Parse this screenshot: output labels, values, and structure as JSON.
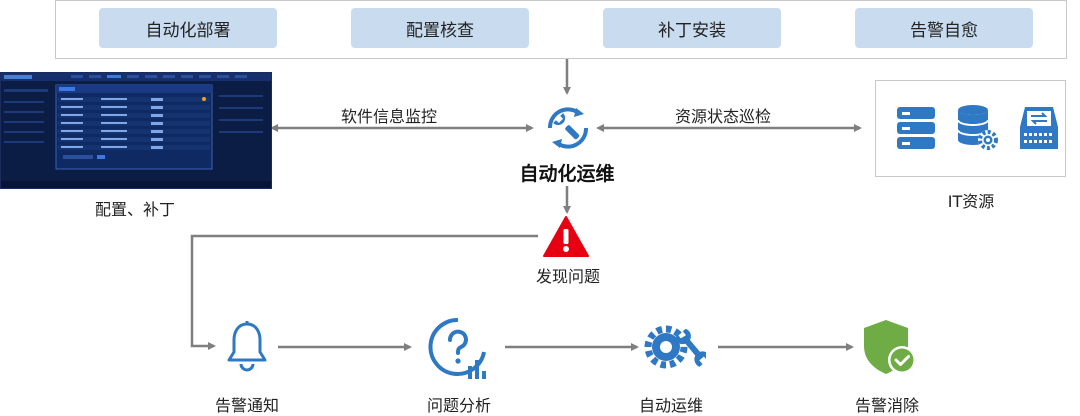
{
  "top_actions": [
    {
      "label": "自动化部署"
    },
    {
      "label": "配置核查"
    },
    {
      "label": "补丁安装"
    },
    {
      "label": "告警自愈"
    }
  ],
  "center": {
    "title": "自动化运维"
  },
  "links": {
    "left": "软件信息监控",
    "right": "资源状态巡检"
  },
  "left_panel": {
    "caption": "配置、补丁"
  },
  "right_panel": {
    "caption": "IT资源"
  },
  "issue": {
    "label": "发现问题"
  },
  "flow_steps": [
    {
      "label": "告警通知"
    },
    {
      "label": "问题分析"
    },
    {
      "label": "自动运维"
    },
    {
      "label": "告警消除"
    }
  ],
  "colors": {
    "primary_blue": "#2f78c4",
    "button_fill": "#c9dcef",
    "arrow_gray": "#7f7f7f",
    "alert_red": "#e60012",
    "success_green": "#6fac46"
  },
  "icons": {
    "center": "wrench-cycle-icon",
    "issue": "warning-icon",
    "bell": "bell-icon",
    "analysis": "question-chart-icon",
    "ops": "gears-icon",
    "shield": "shield-check-icon",
    "it": [
      "server-rack-icon",
      "database-gear-icon",
      "storage-device-icon"
    ]
  }
}
